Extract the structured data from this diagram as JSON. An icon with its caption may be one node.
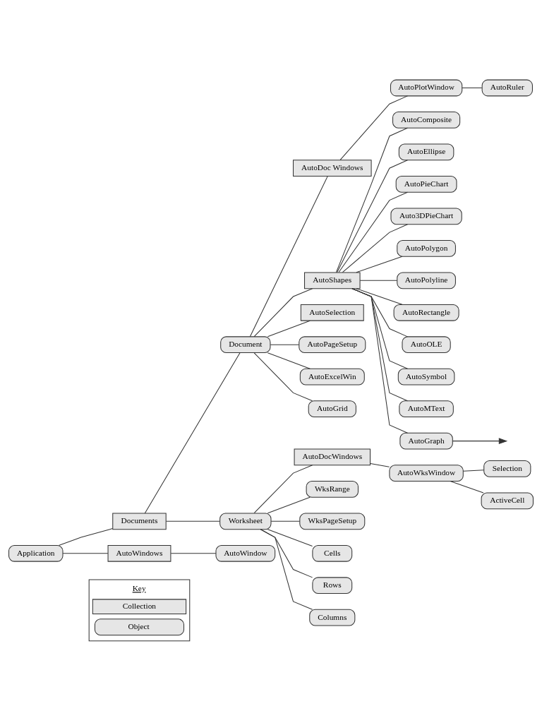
{
  "diagram": {
    "nodes": [
      {
        "text": [
          "Application"
        ]
      },
      {
        "text": [
          "Documents"
        ]
      },
      {
        "text": [
          "Document"
        ]
      },
      {
        "text": [
          "AutoDoc Windows"
        ]
      },
      {
        "text": [
          "AutoPlotWindow"
        ]
      },
      {
        "text": [
          "AutoRuler"
        ]
      },
      {
        "text": [
          "AutoShapes"
        ]
      },
      {
        "text": [
          "AutoComposite"
        ]
      },
      {
        "text": [
          "AutoEllipse"
        ]
      },
      {
        "text": [
          "AutoPieChart"
        ]
      },
      {
        "text": [
          "Auto3DPieChart"
        ]
      },
      {
        "text": [
          "AutoPolygon"
        ]
      },
      {
        "text": [
          "AutoPolyline"
        ]
      },
      {
        "text": [
          "AutoRectangle"
        ]
      },
      {
        "text": [
          "AutoOLE"
        ]
      },
      {
        "text": [
          "AutoSymbol"
        ]
      },
      {
        "text": [
          "AutoMText"
        ]
      },
      {
        "text": [
          "AutoGraph"
        ]
      },
      {
        "text": [
          "AutoSelection"
        ]
      },
      {
        "text": [
          "AutoPageSetup"
        ]
      },
      {
        "text": [
          "AutoExcelWin"
        ]
      },
      {
        "text": [
          "AutoGrid"
        ]
      },
      {
        "text": [
          "Worksheet"
        ]
      },
      {
        "text": [
          "AutoDocWindows"
        ]
      },
      {
        "text": [
          "AutoWksWindow"
        ]
      },
      {
        "text": [
          "Selection"
        ]
      },
      {
        "text": [
          "ActiveCell"
        ]
      },
      {
        "text": [
          "WksRange"
        ]
      },
      {
        "text": [
          "WksPageSetup"
        ]
      },
      {
        "text": [
          "Cells"
        ]
      },
      {
        "text": [
          "Rows"
        ]
      },
      {
        "text": [
          "Columns"
        ]
      },
      {
        "text": [
          "AutoWindows"
        ]
      },
      {
        "text": [
          "AutoWindow"
        ]
      }
    ],
    "edges": [
      {
        "from": 0,
        "to": 1,
        "arrow": "none"
      },
      {
        "from": 1,
        "to": 2,
        "arrow": "none"
      },
      {
        "from": 2,
        "to": 3,
        "arrow": "none"
      },
      {
        "from": 3,
        "to": 4,
        "arrow": "none"
      },
      {
        "from": 4,
        "to": 5,
        "arrow": "none"
      },
      {
        "from": 2,
        "to": 6,
        "arrow": "none"
      },
      {
        "from": 6,
        "to": 7,
        "arrow": "none"
      },
      {
        "from": 6,
        "to": 8,
        "arrow": "none"
      },
      {
        "from": 6,
        "to": 9,
        "arrow": "none"
      },
      {
        "from": 6,
        "to": 10,
        "arrow": "none"
      },
      {
        "from": 6,
        "to": 11,
        "arrow": "none"
      },
      {
        "from": 6,
        "to": 12,
        "arrow": "none"
      },
      {
        "from": 6,
        "to": 13,
        "arrow": "none"
      },
      {
        "from": 6,
        "to": 14,
        "arrow": "none"
      },
      {
        "from": 6,
        "to": 15,
        "arrow": "none"
      },
      {
        "from": 6,
        "to": 16,
        "arrow": "none"
      },
      {
        "from": 6,
        "to": 17,
        "arrow": "none"
      },
      {
        "from": 17,
        "to": null,
        "arrow": "to"
      },
      {
        "from": 2,
        "to": 18,
        "arrow": "none"
      },
      {
        "from": 2,
        "to": 19,
        "arrow": "none"
      },
      {
        "from": 2,
        "to": 20,
        "arrow": "none"
      },
      {
        "from": 2,
        "to": 21,
        "arrow": "none"
      },
      {
        "from": 1,
        "to": 22,
        "arrow": "none"
      },
      {
        "from": 22,
        "to": 23,
        "arrow": "none"
      },
      {
        "from": 23,
        "to": 24,
        "arrow": "none"
      },
      {
        "from": 24,
        "to": 25,
        "arrow": "none"
      },
      {
        "from": 24,
        "to": 26,
        "arrow": "none"
      },
      {
        "from": 22,
        "to": 27,
        "arrow": "none"
      },
      {
        "from": 22,
        "to": 28,
        "arrow": "none"
      },
      {
        "from": 22,
        "to": 29,
        "arrow": "none"
      },
      {
        "from": 22,
        "to": 30,
        "arrow": "none"
      },
      {
        "from": 22,
        "to": 31,
        "arrow": "none"
      },
      {
        "from": 0,
        "to": 32,
        "arrow": "none"
      },
      {
        "from": 32,
        "to": 33,
        "arrow": "none"
      }
    ],
    "labels": [
      "Key"
    ],
    "legend": [
      {
        "text": "Collection"
      },
      {
        "text": "Object"
      }
    ]
  }
}
